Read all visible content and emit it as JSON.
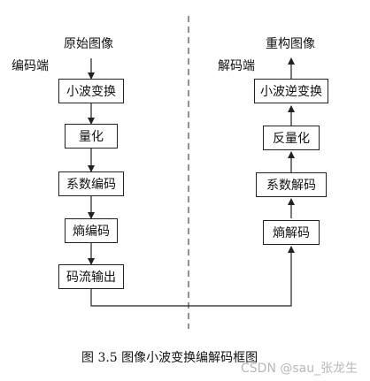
{
  "encoder": {
    "input_label": "原始图像",
    "side_label": "编码端",
    "steps": [
      "小波变换",
      "量化",
      "系数编码",
      "熵编码",
      "码流输出"
    ]
  },
  "decoder": {
    "output_label": "重构图像",
    "side_label": "解码端",
    "steps": [
      "小波逆变换",
      "反量化",
      "系数解码",
      "熵解码"
    ]
  },
  "caption": "图 3.5  图像小波变换编解码框图",
  "watermark": "CSDN @sau_张龙生"
}
